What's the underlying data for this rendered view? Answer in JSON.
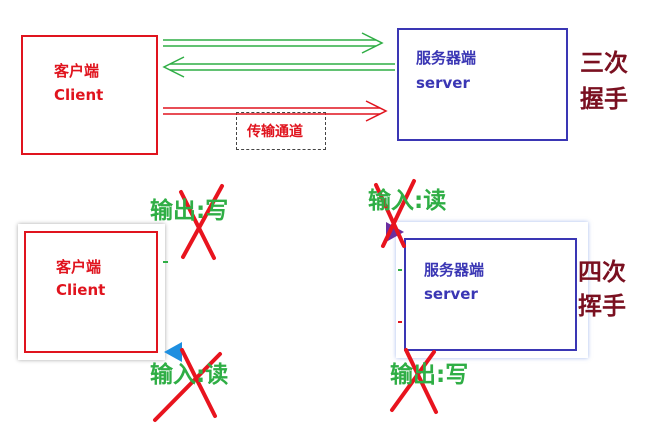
{
  "handshake": {
    "client": {
      "line1": "客户端",
      "line2": "Client"
    },
    "server": {
      "line1": "服务器端",
      "line2": "server"
    },
    "channel_label": "传输通道",
    "title_line1": "三次",
    "title_line2": "握手"
  },
  "wave": {
    "client": {
      "line1": "客户端",
      "line2": "Client"
    },
    "server": {
      "line1": "服务器端",
      "line2": "server"
    },
    "title_line1": "四次",
    "title_line2": "挥手",
    "client_output": "输出:写",
    "server_input": "输入:读",
    "client_input": "输入:读",
    "server_output": "输出:写"
  },
  "colors": {
    "client": "#e0141e",
    "server": "#3a36b4",
    "title": "#7a1020",
    "stream_label": "#2fae45",
    "arrow_green": "#2fae45",
    "arrow_red": "#e0141e",
    "arrow_purple": "#8a3fb0",
    "arrow_cyan": "#1e9ad6"
  }
}
